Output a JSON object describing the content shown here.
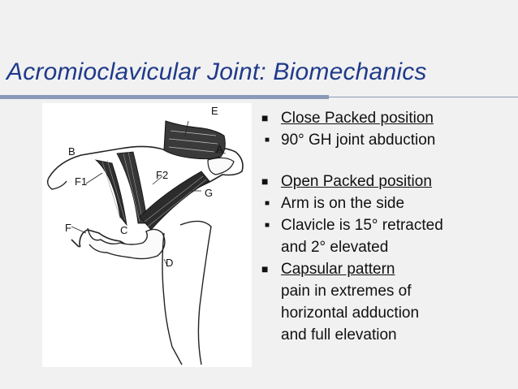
{
  "slide": {
    "title": "Acromioclavicular Joint: Biomechanics",
    "diagram_labels": {
      "A": "A",
      "B": "B",
      "C": "C",
      "D": "D",
      "E": "E",
      "F": "F",
      "F1": "F1",
      "F2": "F2",
      "G": "G"
    },
    "bullets": [
      {
        "text": "Close Packed position",
        "style": "heading"
      },
      {
        "text": "90° GH joint abduction",
        "style": "sub"
      },
      {
        "text": "Open Packed position",
        "style": "heading"
      },
      {
        "text": "Arm is on the side",
        "style": "sub"
      },
      {
        "text": "Clavicle is 15° retracted",
        "continuation": "and 2° elevated",
        "style": "sub"
      },
      {
        "text": "Capsular pattern",
        "style": "heading"
      }
    ],
    "capsular_text": [
      "pain in extremes of",
      "horizontal adduction",
      "and full elevation"
    ]
  },
  "colors": {
    "title": "#1f3a8a",
    "rule": "#8a9ab8",
    "background": "#f1f1f1"
  }
}
